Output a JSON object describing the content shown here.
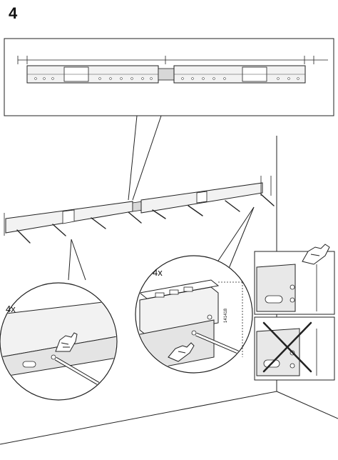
{
  "instruction": {
    "step_number": "4",
    "quantity_left": "4x",
    "quantity_right": "4x",
    "part_code": "141418"
  },
  "icons": [
    "hand-press-icon",
    "hand-check-icon",
    "x-cross-icon",
    "screwdriver-icon"
  ],
  "colors": {
    "line": "#222222",
    "rail_fill": "#f2f2f2",
    "shade": "#d8d8d8",
    "background": "#ffffff"
  }
}
